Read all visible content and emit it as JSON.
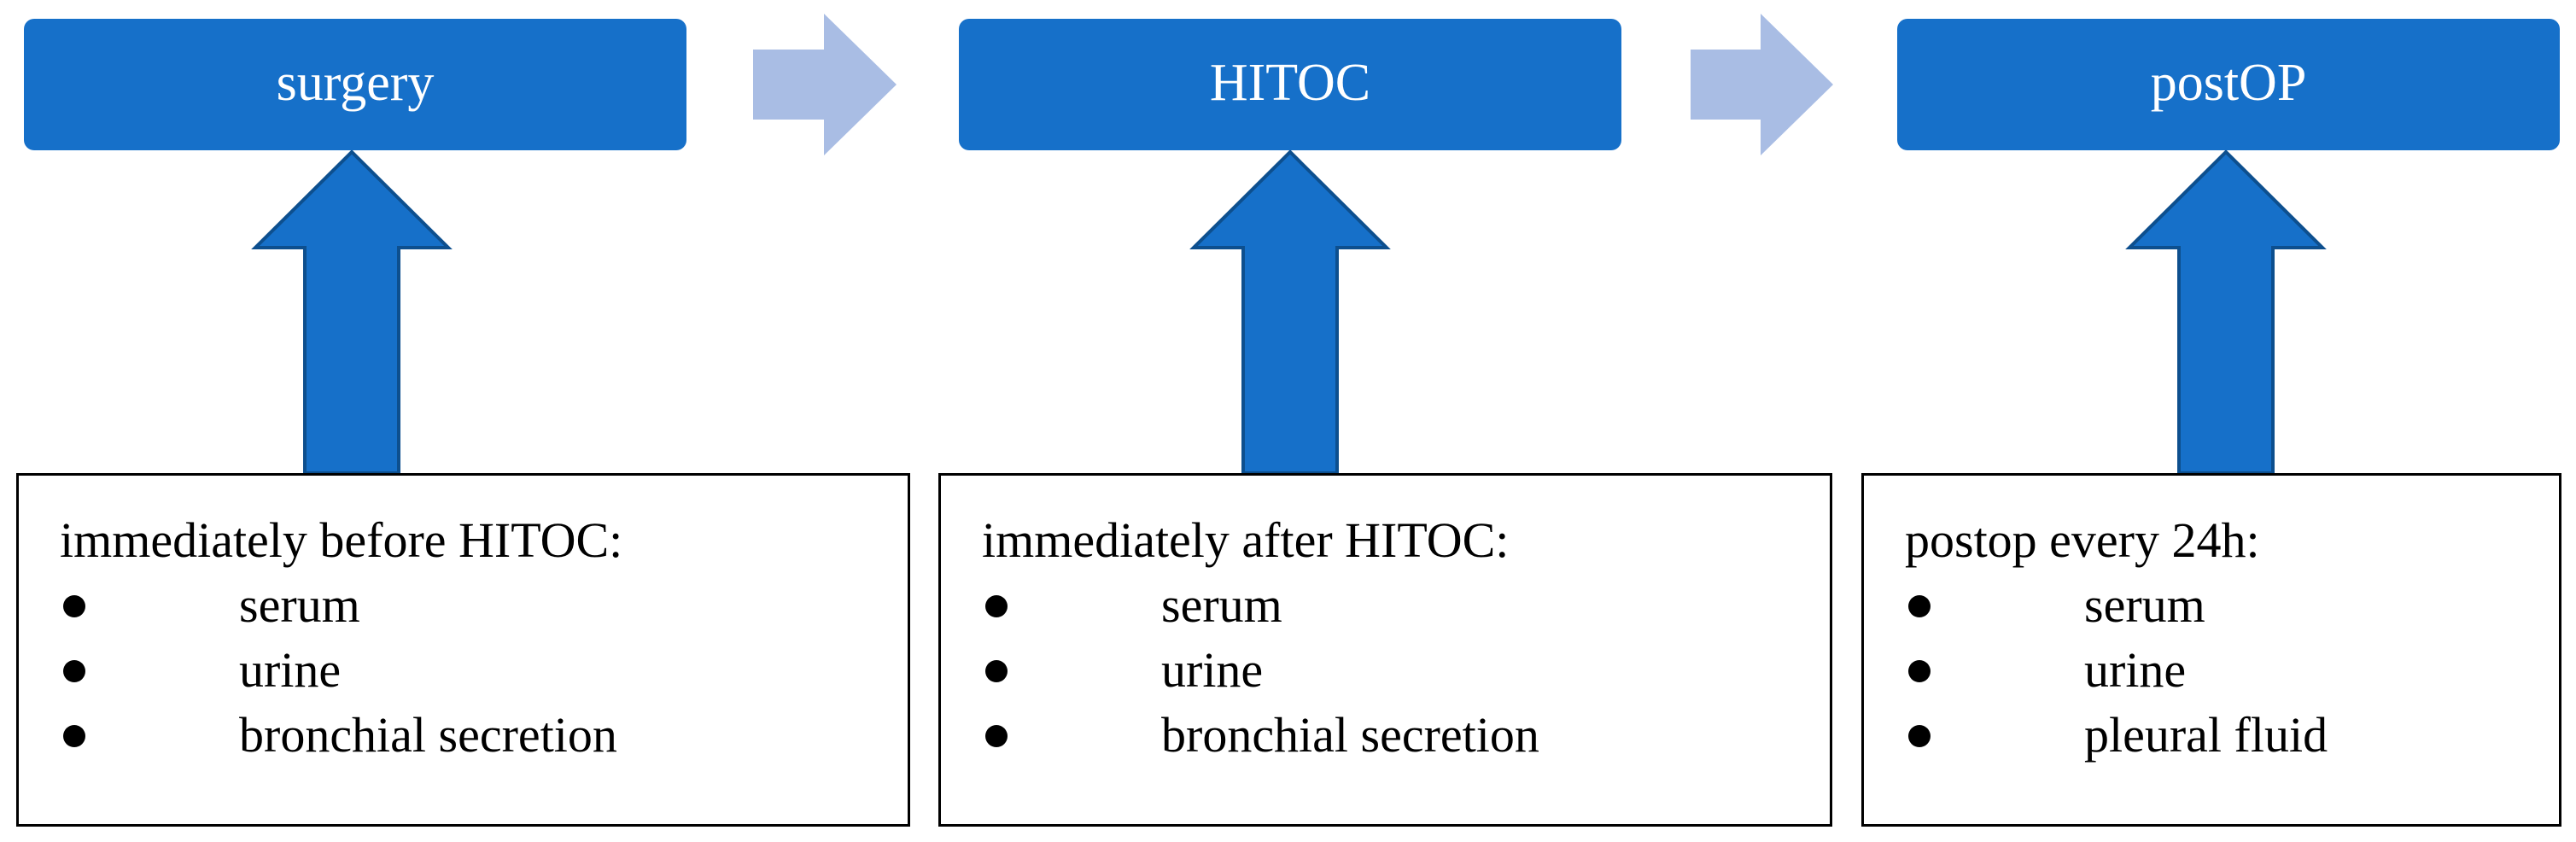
{
  "colors": {
    "stage_fill": "#1670c9",
    "up_arrow_fill": "#1670c9",
    "up_arrow_stroke": "#0d4f8e",
    "flow_arrow_fill": "#a9bde4",
    "box_border": "#000000"
  },
  "stages": [
    {
      "label": "surgery"
    },
    {
      "label": "HITOC"
    },
    {
      "label": "postOP"
    }
  ],
  "boxes": [
    {
      "heading": "immediately before HITOC:",
      "items": [
        "serum",
        "urine",
        "bronchial secretion"
      ]
    },
    {
      "heading": "immediately after HITOC:",
      "items": [
        "serum",
        "urine",
        "bronchial secretion"
      ]
    },
    {
      "heading": "postop every 24h:",
      "items": [
        "serum",
        "urine",
        "pleural fluid"
      ]
    }
  ]
}
